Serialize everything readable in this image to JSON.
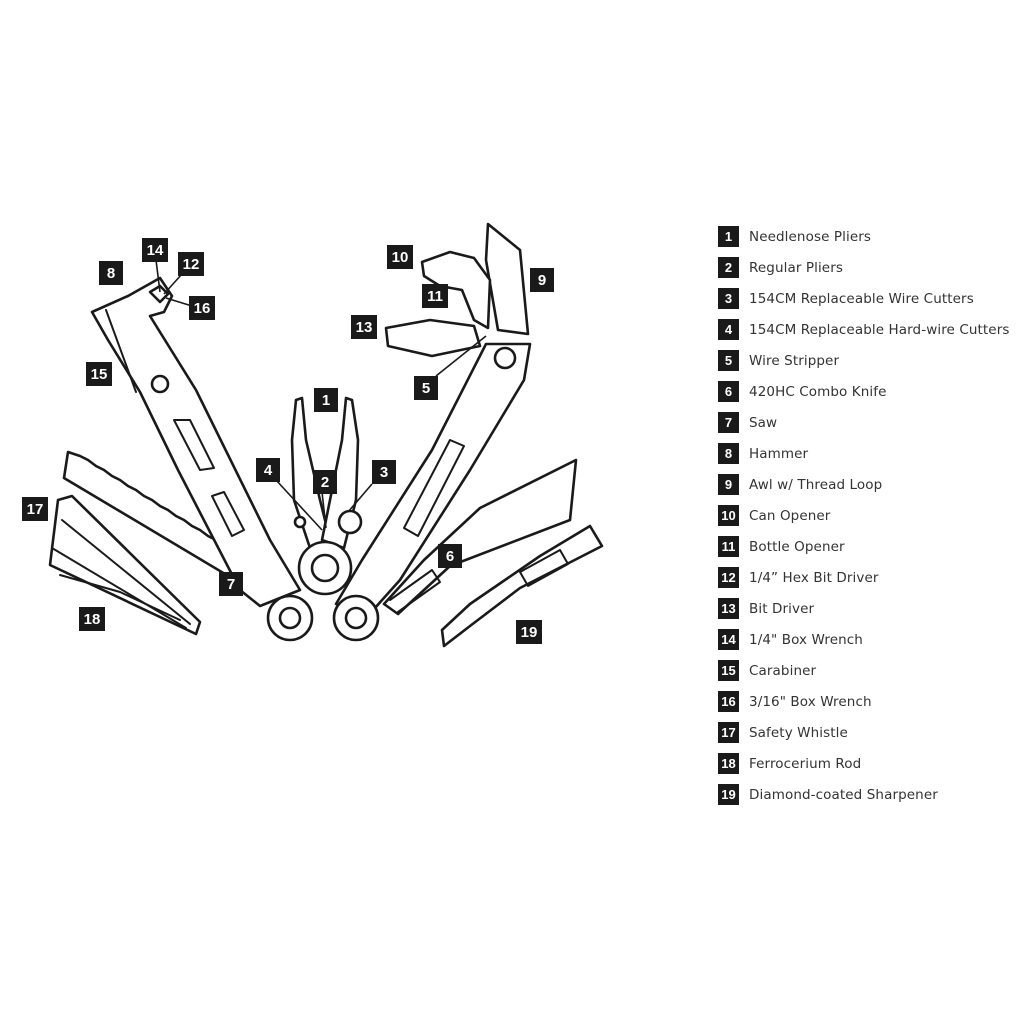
{
  "legend": [
    {
      "num": "1",
      "label": "Needlenose Pliers"
    },
    {
      "num": "2",
      "label": "Regular Pliers"
    },
    {
      "num": "3",
      "label": "154CM Replaceable Wire Cutters"
    },
    {
      "num": "4",
      "label": "154CM Replaceable Hard-wire Cutters"
    },
    {
      "num": "5",
      "label": "Wire Stripper"
    },
    {
      "num": "6",
      "label": "420HC Combo Knife"
    },
    {
      "num": "7",
      "label": "Saw"
    },
    {
      "num": "8",
      "label": "Hammer"
    },
    {
      "num": "9",
      "label": "Awl w/ Thread Loop"
    },
    {
      "num": "10",
      "label": "Can Opener"
    },
    {
      "num": "11",
      "label": "Bottle Opener"
    },
    {
      "num": "12",
      "label": "1/4” Hex Bit Driver"
    },
    {
      "num": "13",
      "label": "Bit Driver"
    },
    {
      "num": "14",
      "label": "1/4\" Box Wrench"
    },
    {
      "num": "15",
      "label": "Carabiner"
    },
    {
      "num": "16",
      "label": "3/16\" Box Wrench"
    },
    {
      "num": "17",
      "label": "Safety Whistle"
    },
    {
      "num": "18",
      "label": "Ferrocerium Rod"
    },
    {
      "num": "19",
      "label": "Diamond-coated Sharpener"
    }
  ],
  "callouts": {
    "c1": "1",
    "c2": "2",
    "c3": "3",
    "c4": "4",
    "c5": "5",
    "c6": "6",
    "c7": "7",
    "c8": "8",
    "c9": "9",
    "c10": "10",
    "c11": "11",
    "c12": "12",
    "c13": "13",
    "c14": "14",
    "c15": "15",
    "c16": "16",
    "c17": "17",
    "c18": "18",
    "c19": "19"
  },
  "colors": {
    "ink": "#1a1a1a",
    "label_text": "#333333",
    "background": "#ffffff"
  }
}
